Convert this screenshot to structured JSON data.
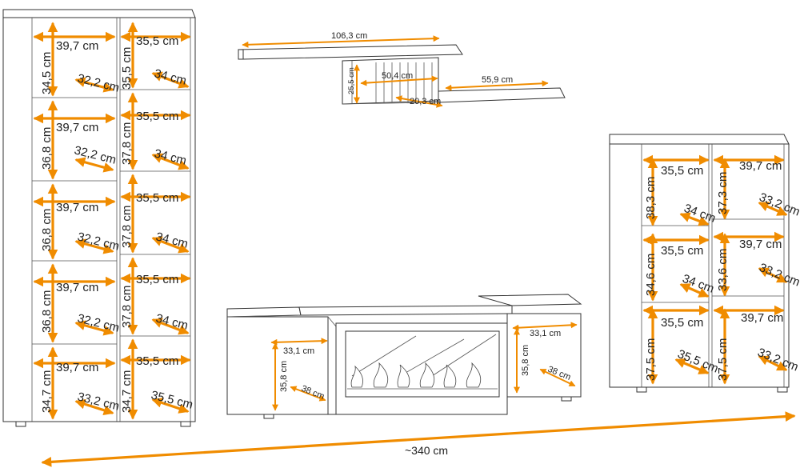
{
  "diagram": {
    "accent_color": "#f08c00",
    "left_cabinet": {
      "rows": [
        {
          "l_width": "39,7 cm",
          "l_height": "34,5 cm",
          "l_depth": "32,2 cm",
          "r_width": "35,5 cm",
          "r_height": "35,5 cm",
          "r_depth": "34 cm"
        },
        {
          "l_width": "39,7 cm",
          "l_height": "36,8 cm",
          "l_depth": "32,2 cm",
          "r_width": "35,5 cm",
          "r_height": "37,8 cm",
          "r_depth": "34 cm"
        },
        {
          "l_width": "39,7 cm",
          "l_height": "36,8 cm",
          "l_depth": "32,2 cm",
          "r_width": "35,5 cm",
          "r_height": "37,8 cm",
          "r_depth": "34 cm"
        },
        {
          "l_width": "39,7 cm",
          "l_height": "36,8 cm",
          "l_depth": "32,2 cm",
          "r_width": "35,5 cm",
          "r_height": "37,8 cm",
          "r_depth": "34 cm"
        },
        {
          "l_width": "39,7 cm",
          "l_height": "34,7 cm",
          "l_depth": "33,2 cm",
          "r_width": "35,5 cm",
          "r_height": "34,7 cm",
          "r_depth": "35,5 cm"
        }
      ]
    },
    "wall_shelf": {
      "top_width": "106,3 cm",
      "box_height": "25,5 cm",
      "box_width": "50,4 cm",
      "box_depth": "20,3 cm",
      "lower_width": "55,9 cm"
    },
    "tv_unit": {
      "left_width": "33,1 cm",
      "left_height": "35,8 cm",
      "left_depth": "38 cm",
      "right_width": "33,1 cm",
      "right_height": "35,8 cm",
      "right_depth": "38 cm"
    },
    "right_cabinet": {
      "rows": [
        {
          "l_width": "35,5 cm",
          "l_height": "38,3 cm",
          "l_depth": "34 cm",
          "r_width": "39,7 cm",
          "r_height": "37,3 cm",
          "r_depth": "33,2 cm"
        },
        {
          "l_width": "35,5 cm",
          "l_height": "34,6 cm",
          "l_depth": "34 cm",
          "r_width": "39,7 cm",
          "r_height": "33,6 cm",
          "r_depth": "33,2 cm"
        },
        {
          "l_width": "35,5 cm",
          "l_height": "37,5 cm",
          "l_depth": "35,5 cm",
          "r_width": "39,7 cm",
          "r_height": "37,5 cm",
          "r_depth": "33,2 cm"
        }
      ]
    },
    "total_width": "~340 cm"
  }
}
